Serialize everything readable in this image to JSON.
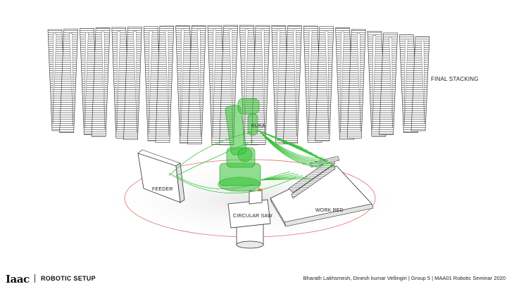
{
  "labels": {
    "final_stacking": "FINAL STACKING",
    "kuka": "KUKA",
    "feeder": "FEEDER",
    "circular_saw": "CIRCULAR SAW",
    "work_bed": "WORK BED"
  },
  "footer": {
    "logo": "Iaac",
    "section_title": "ROBOTIC SETUP",
    "credits": "Bharath Lakhsmesh, Dinesh kumar Vellingiri | Group 5 | MAA01 Robotic Seminar 2020"
  },
  "colors": {
    "robot": "#36c236",
    "reach_circle": "#e07070",
    "panel_stroke": "#333333"
  }
}
